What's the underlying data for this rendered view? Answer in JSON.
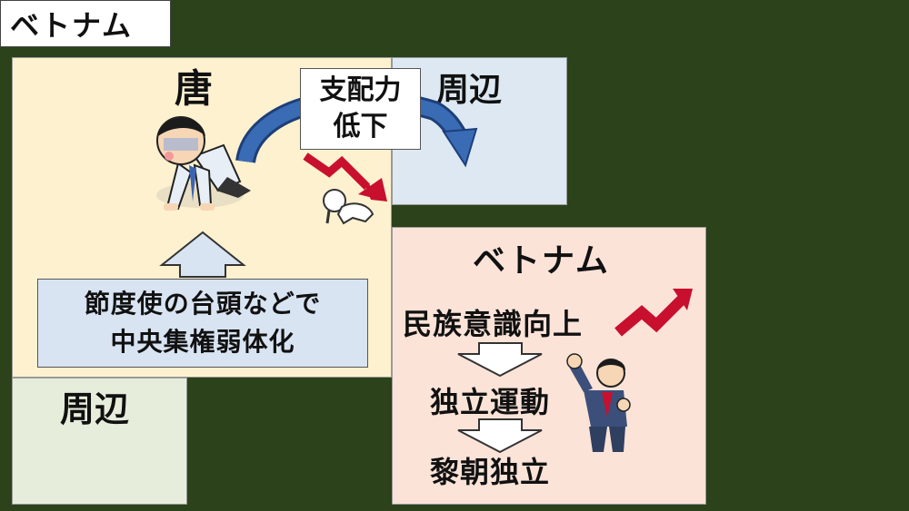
{
  "page_title": "ベトナム",
  "tang": {
    "title": "唐"
  },
  "periphery_top": {
    "label": "周辺"
  },
  "periphery_bottom": {
    "label": "周辺"
  },
  "decline": {
    "line1": "支配力",
    "line2": "低下"
  },
  "cause": {
    "line1": "節度使の台頭などで",
    "line2": "中央集権弱体化"
  },
  "vietnam": {
    "title": "ベトナム",
    "steps": [
      "民族意識向上",
      "独立運動",
      "黎朝独立"
    ]
  },
  "colors": {
    "background": "#2b421b",
    "tang_box": "#fdf1cf",
    "periphery_top_box": "#dde8f2",
    "periphery_bottom_box": "#e6eedb",
    "vietnam_box": "#fbe3d8",
    "cause_box": "#d9e4f3",
    "curved_arrow": "#2e5c9e",
    "trend_arrow": "#c8102e"
  },
  "icons": [
    "kneeling-man-icon",
    "crawling-baby-icon",
    "fist-raise-man-icon",
    "down-trend-icon",
    "up-trend-icon",
    "curved-arrow-icon",
    "up-arrow-icon",
    "down-arrow-icon"
  ]
}
